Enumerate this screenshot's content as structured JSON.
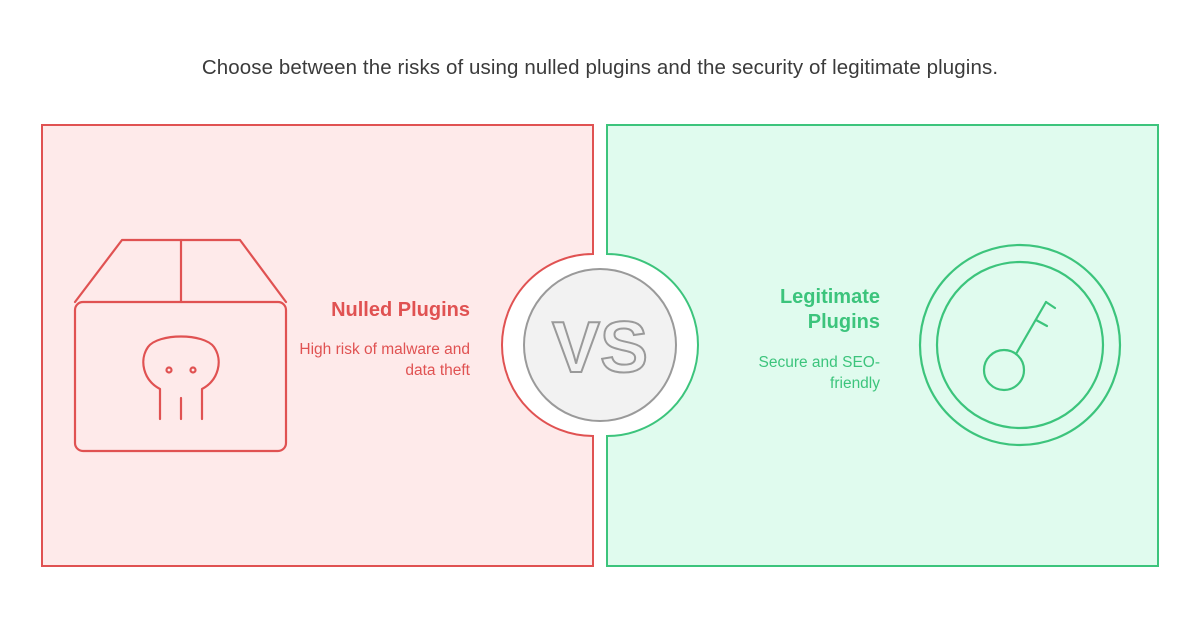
{
  "heading": "Choose between the risks of using nulled plugins and the security of legitimate plugins.",
  "left_option": {
    "title": "Nulled Plugins",
    "description": "High risk of malware and data theft",
    "color": "#e05252",
    "fill": "#feeaea",
    "icon": "box-with-skull-icon"
  },
  "right_option": {
    "title": "Legitimate Plugins",
    "description": "Secure and SEO-friendly",
    "color": "#3cc47c",
    "fill": "#e0fbee",
    "icon": "key-icon"
  },
  "vs_badge": {
    "label": "VS",
    "fill": "#f2f2f2",
    "stroke": "#9a9a9a"
  }
}
